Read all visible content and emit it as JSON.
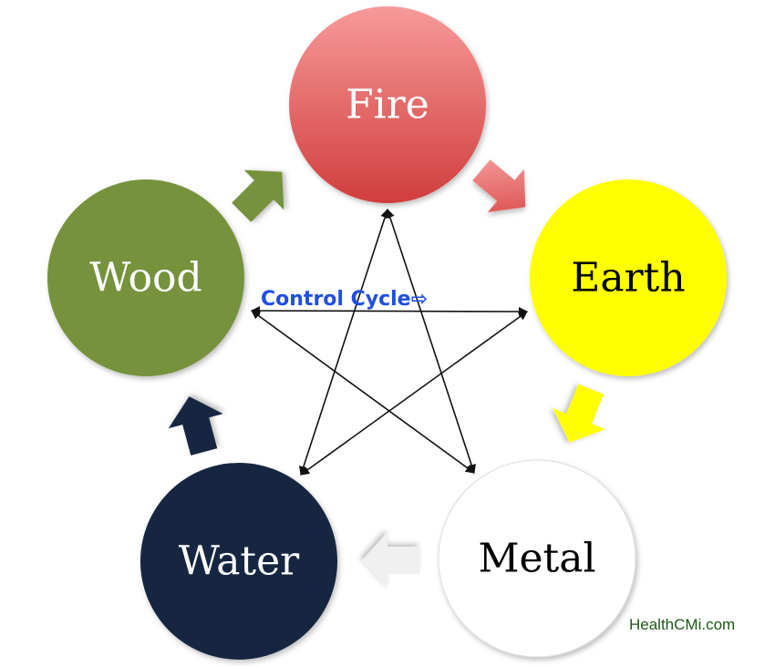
{
  "elements": {
    "fire": {
      "label": "Fire",
      "color": "#d94a4a",
      "text_color": "#ffffff"
    },
    "earth": {
      "label": "Earth",
      "color": "#ffff00",
      "text_color": "#000000"
    },
    "metal": {
      "label": "Metal",
      "color": "#ffffff",
      "text_color": "#000000"
    },
    "water": {
      "label": "Water",
      "color": "#132640",
      "text_color": "#ffffff"
    },
    "wood": {
      "label": "Wood",
      "color": "#76923c",
      "text_color": "#ffffff"
    }
  },
  "control_cycle_label": "Control Cycle⇨",
  "watermark": "HealthCMi.com"
}
